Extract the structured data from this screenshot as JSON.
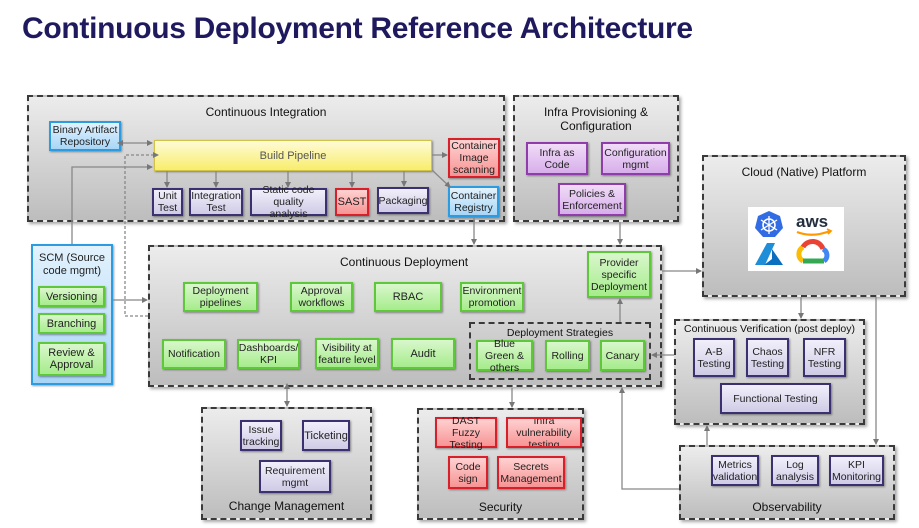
{
  "title": "Continuous Deployment Reference Architecture",
  "groups": {
    "ci": {
      "label": "Continuous Integration",
      "binary_artifact": "Binary Artifact Repository",
      "build_pipeline": "Build Pipeline",
      "container_image_scanning": "Container Image scanning",
      "container_registry": "Container Registry",
      "steps": [
        "Unit Test",
        "Integration Test",
        "Static code quality analysis",
        "SAST",
        "Packaging"
      ]
    },
    "infra": {
      "label": "Infra Provisioning & Configuration",
      "items": [
        "Infra as Code",
        "Configuration mgmt",
        "Policies & Enforcement"
      ]
    },
    "cloud": {
      "label": "Cloud (Native) Platform",
      "logos": [
        "kubernetes-logo",
        "aws-logo",
        "azure-logo",
        "google-cloud-logo"
      ],
      "aws_text": "aws"
    },
    "scm": {
      "label": "SCM (Source code mgmt)",
      "items": [
        "Versioning",
        "Branching",
        "Review & Approval"
      ]
    },
    "cd": {
      "label": "Continuous Deployment",
      "row1": [
        "Deployment pipelines",
        "Approval workflows",
        "RBAC",
        "Environment promotion"
      ],
      "row2": [
        "Notification",
        "Dashboards/ KPI",
        "Visibility at feature level",
        "Audit"
      ],
      "provider_specific": "Provider specific Deployment",
      "strategies": {
        "label": "Deployment Strategies",
        "items": [
          "Blue Green & others",
          "Rolling",
          "Canary"
        ]
      }
    },
    "cv": {
      "label": "Continuous Verification (post deploy)",
      "items": [
        "A-B Testing",
        "Chaos Testing",
        "NFR Testing",
        "Functional Testing"
      ]
    },
    "change": {
      "label": "Change Management",
      "items": [
        "Issue tracking",
        "Ticketing",
        "Requirement mgmt"
      ]
    },
    "security": {
      "label": "Security",
      "items": [
        "DAST Fuzzy Testing",
        "Infra vulnerability testing",
        "Code sign",
        "Secrets Management"
      ]
    },
    "observability": {
      "label": "Observability",
      "items": [
        "Metrics validation",
        "Log analysis",
        "KPI Monitoring"
      ]
    }
  },
  "colors": {
    "title": "#1f1a5e",
    "blue_border": "#2d9be0",
    "green_border": "#5fc83a",
    "red_border": "#d8202a",
    "lavender_border": "#3b3070",
    "purple_border": "#8f3dab",
    "yellow_fill": "#f8ed6d"
  }
}
